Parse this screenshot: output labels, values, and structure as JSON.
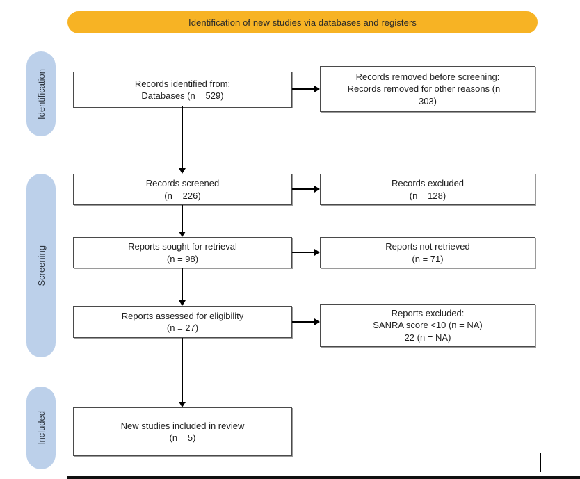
{
  "banner": {
    "label": "Identification of new studies via databases and registers"
  },
  "stage_labels": [
    {
      "label": "Identification"
    },
    {
      "label": "Screening"
    },
    {
      "label": "Included"
    }
  ],
  "colors": {
    "banner_bg": "#F7B324",
    "stage_bg": "#BCD0EA",
    "box_border": "#4a4a4a"
  },
  "flow": {
    "left_boxes": [
      {
        "lines": [
          "Records identified from:",
          "Databases (n = 529)"
        ]
      },
      {
        "lines": [
          "Records screened",
          "(n = 226)"
        ]
      },
      {
        "lines": [
          "Reports sought for retrieval",
          "(n = 98)"
        ]
      },
      {
        "lines": [
          "Reports assessed for eligibility",
          "(n = 27)"
        ]
      },
      {
        "lines": [
          "New studies included in review",
          "(n = 5)"
        ]
      }
    ],
    "right_boxes": [
      {
        "lines": [
          "Records removed before screening:",
          "Records removed for other reasons (n =",
          "303)"
        ]
      },
      {
        "lines": [
          "Records excluded",
          "(n = 128)"
        ]
      },
      {
        "lines": [
          "Reports not retrieved",
          "(n = 71)"
        ]
      },
      {
        "lines": [
          "Reports excluded:",
          "SANRA score <10 (n = NA)",
          "22 (n = NA)"
        ]
      }
    ]
  }
}
